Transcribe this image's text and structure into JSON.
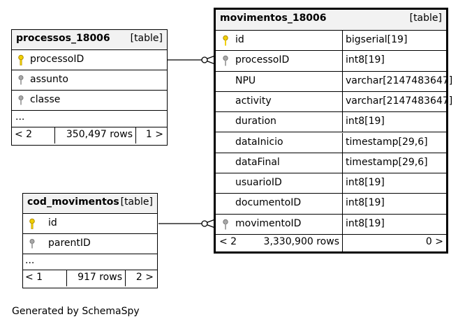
{
  "tables": {
    "processos": {
      "name": "processos_18006",
      "type_label": "[table]",
      "columns": [
        {
          "name": "processoID",
          "key": "primary"
        },
        {
          "name": "assunto",
          "key": "indexed"
        },
        {
          "name": "classe",
          "key": "indexed"
        }
      ],
      "ellipsis": "...",
      "footer": {
        "left": "< 2",
        "rows": "350,497 rows",
        "right": "1 >"
      }
    },
    "cod_movimentos": {
      "name": "cod_movimentos",
      "type_label": "[table]",
      "columns": [
        {
          "name": "id",
          "key": "primary"
        },
        {
          "name": "parentID",
          "key": "indexed"
        }
      ],
      "ellipsis": "...",
      "footer": {
        "left": "< 1",
        "rows": "917 rows",
        "right": "2 >"
      }
    },
    "movimentos": {
      "name": "movimentos_18006",
      "type_label": "[table]",
      "columns": [
        {
          "name": "id",
          "type": "bigserial[19]",
          "key": "primary"
        },
        {
          "name": "processoID",
          "type": "int8[19]",
          "key": "indexed"
        },
        {
          "name": "NPU",
          "type": "varchar[2147483647]",
          "key": "none"
        },
        {
          "name": "activity",
          "type": "varchar[2147483647]",
          "key": "none"
        },
        {
          "name": "duration",
          "type": "int8[19]",
          "key": "none"
        },
        {
          "name": "dataInicio",
          "type": "timestamp[29,6]",
          "key": "none"
        },
        {
          "name": "dataFinal",
          "type": "timestamp[29,6]",
          "key": "none"
        },
        {
          "name": "usuarioID",
          "type": "int8[19]",
          "key": "none"
        },
        {
          "name": "documentoID",
          "type": "int8[19]",
          "key": "none"
        },
        {
          "name": "movimentoID",
          "type": "int8[19]",
          "key": "indexed"
        }
      ],
      "footer": {
        "left": "< 2",
        "rows": "3,330,900 rows",
        "right": "0 >"
      }
    }
  },
  "relationships": [
    {
      "from": "processos_18006.processoID",
      "to": "movimentos_18006.processoID"
    },
    {
      "from": "cod_movimentos.id",
      "to": "movimentos_18006.movimentoID"
    }
  ],
  "colors": {
    "primary_key": "#f0d000",
    "indexed_key": "#a8a8a8",
    "header_bg": "#f2f2f2"
  },
  "footer_text": "Generated by SchemaSpy"
}
